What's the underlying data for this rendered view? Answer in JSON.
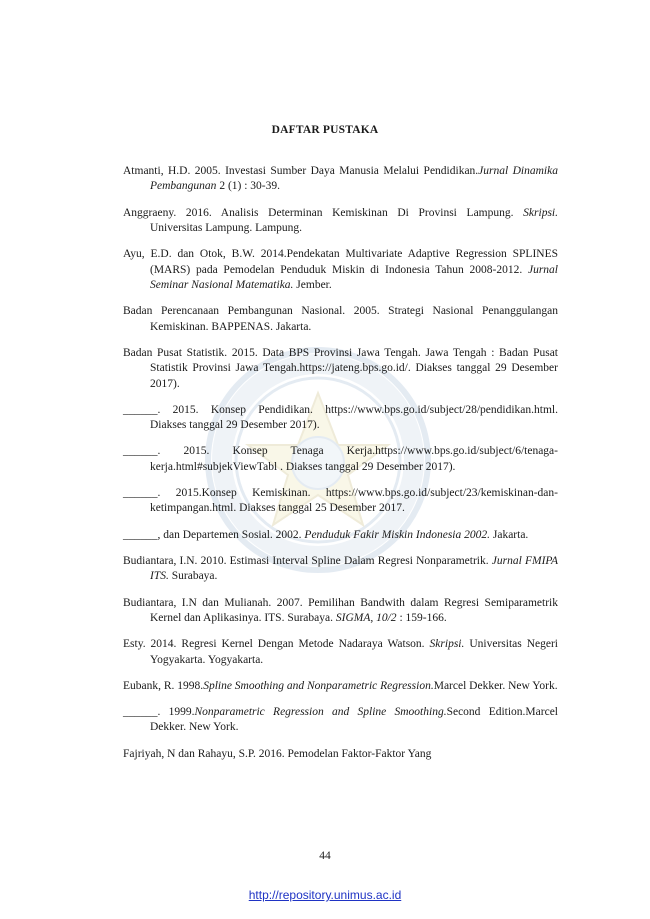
{
  "title": "DAFTAR PUSTAKA",
  "references": [
    [
      "Atmanti, H.D. 2005. Investasi Sumber Daya Manusia Melalui Pendidikan.",
      {
        "i": "Jurnal Dinamika Pembangunan"
      },
      " 2 (1) : 30-39."
    ],
    [
      "Anggraeny. 2016. Analisis Determinan Kemiskinan Di Provinsi Lampung. ",
      {
        "i": "Skripsi."
      },
      " Universitas Lampung. Lampung."
    ],
    [
      "Ayu, E.D. dan Otok, B.W. 2014.Pendekatan Multivariate Adaptive Regression SPLINES (MARS) pada Pemodelan Penduduk Miskin di Indonesia Tahun 2008-2012. ",
      {
        "i": "Jurnal Seminar Nasional Matematika."
      },
      " Jember."
    ],
    [
      "Badan Perencanaan Pembangunan Nasional. 2005. Strategi Nasional Penanggulangan Kemiskinan. BAPPENAS. Jakarta."
    ],
    [
      "Badan Pusat Statistik. 2015. Data BPS Provinsi Jawa Tengah. Jawa Tengah : Badan Pusat Statistik Provinsi Jawa Tengah.https://jateng.bps.go.id/. Diakses tanggal 29 Desember 2017)."
    ],
    [
      "______. 2015. Konsep Pendidikan. https://www.bps.go.id/subject/28/pendidikan.html. Diakses tanggal 29 Desember 2017)."
    ],
    [
      "______. 2015. Konsep Tenaga Kerja.https://www.bps.go.id/subject/6/tenaga-kerja.html#subjekViewTabl . Diakses tanggal 29 Desember 2017)."
    ],
    [
      "______. 2015.Konsep Kemiskinan. https://www.bps.go.id/subject/23/kemiskinan-dan-ketimpangan.html. Diakses tanggal 25 Desember 2017."
    ],
    [
      "______, dan Departemen Sosial. 2002. ",
      {
        "i": "Penduduk Fakir Miskin Indonesia 2002."
      },
      " Jakarta."
    ],
    [
      "Budiantara, I.N. 2010. Estimasi Interval Spline Dalam Regresi Nonparametrik. ",
      {
        "i": "Jurnal FMIPA ITS."
      },
      " Surabaya."
    ],
    [
      "Budiantara, I.N dan Mulianah. 2007. Pemilihan Bandwith dalam Regresi Semiparametrik Kernel dan Aplikasinya. ITS. Surabaya. ",
      {
        "i": "SIGMA, 10/2"
      },
      " : 159-166."
    ],
    [
      "Esty. 2014. Regresi Kernel Dengan Metode Nadaraya Watson. ",
      {
        "i": "Skripsi."
      },
      " Universitas Negeri Yogyakarta. Yogyakarta."
    ],
    [
      "Eubank, R. 1998.",
      {
        "i": "Spline Smoothing and Nonparametric Regression."
      },
      "Marcel Dekker. New York."
    ],
    [
      "______. 1999.",
      {
        "i": "Nonparametric Regression and Spline Smoothing."
      },
      "Second Edition.Marcel Dekker. New York."
    ],
    [
      "Fajriyah, N dan Rahayu, S.P. 2016. Pemodelan Faktor-Faktor Yang"
    ]
  ],
  "page_number": "44",
  "footer_link": "http://repository.unimus.ac.id",
  "colors": {
    "text": "#1a1a1a",
    "link": "#1f33c4",
    "watermark": "#8aa6c8"
  }
}
